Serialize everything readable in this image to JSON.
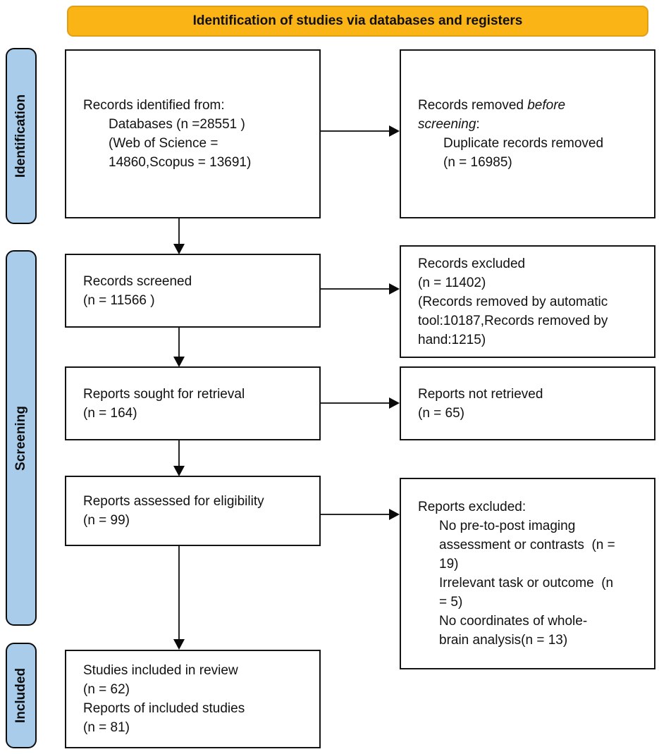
{
  "banner": {
    "title": "Identification of studies via databases and registers"
  },
  "colors": {
    "banner_fill": "#FBB416",
    "banner_border": "#DFA018",
    "stage_fill": "#A9CCEA",
    "box_border": "#141414",
    "arrow": "#262626"
  },
  "stages": {
    "identification": "Identification",
    "screening": "Screening",
    "included": "Included"
  },
  "boxes": {
    "records_identified": {
      "title": "Records identified from:",
      "lines": [
        "Databases (n =28551 )",
        "(Web of Science =",
        "14860,Scopus = 13691)"
      ]
    },
    "records_removed": {
      "prefix": "Records removed ",
      "italic1": "before",
      "italic2": "screening",
      "suffix": ":",
      "lines": [
        "Duplicate records removed",
        "(n = 16985)"
      ]
    },
    "records_screened": {
      "lines": [
        "Records screened",
        "(n = 11566 )"
      ]
    },
    "records_excluded": {
      "lines": [
        "Records excluded",
        "(n = 11402)",
        "(Records removed by automatic",
        "tool:10187,Records removed by",
        "hand:1215)"
      ]
    },
    "reports_sought": {
      "lines": [
        "Reports sought for retrieval",
        "(n = 164)"
      ]
    },
    "reports_not_retrieved": {
      "lines": [
        "Reports not retrieved",
        "(n = 65)"
      ]
    },
    "reports_assessed": {
      "lines": [
        "Reports assessed for eligibility",
        "(n = 99)"
      ]
    },
    "reports_excluded": {
      "title": "Reports excluded:",
      "items": [
        [
          "No pre-to-post imaging",
          "assessment or contrasts  (n =",
          "19)"
        ],
        [
          "Irrelevant task or outcome  (n",
          "= 5)"
        ],
        [
          "No coordinates of whole-",
          "brain analysis(n = 13)"
        ]
      ]
    },
    "studies_included": {
      "lines": [
        "Studies included in review",
        "(n = 62)",
        "Reports of included studies",
        "(n = 81)"
      ]
    }
  }
}
